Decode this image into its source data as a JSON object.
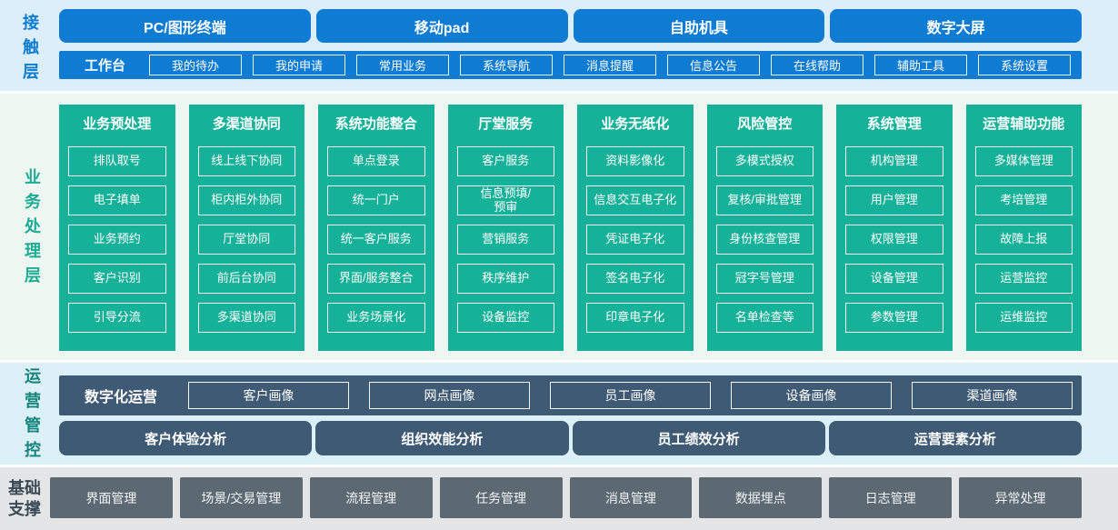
{
  "colors": {
    "accent_blue": "#0d7cd2",
    "accent_teal": "#16b199",
    "accent_navy": "#3e5a74",
    "accent_gray": "#5d6972",
    "band_touch": "#dceefa",
    "band_business": "#eef6f2",
    "band_operations": "#dcf0f8",
    "band_foundation": "#e3e5e7"
  },
  "layers": {
    "touch": {
      "label": "接触层",
      "terminals": [
        "PC/图形终端",
        "移动pad",
        "自助机具",
        "数字大屏"
      ],
      "workbench": {
        "label": "工作台",
        "items": [
          "我的待办",
          "我的申请",
          "常用业务",
          "系统导航",
          "消息提醒",
          "信息公告",
          "在线帮助",
          "辅助工具",
          "系统设置"
        ]
      }
    },
    "business": {
      "label": "业务处理层",
      "columns": [
        {
          "title": "业务预处理",
          "items": [
            "排队取号",
            "电子填单",
            "业务预约",
            "客户识别",
            "引导分流"
          ]
        },
        {
          "title": "多渠道协同",
          "items": [
            "线上线下协同",
            "柜内柜外协同",
            "厅堂协同",
            "前后台协同",
            "多渠道协同"
          ]
        },
        {
          "title": "系统功能整合",
          "items": [
            "单点登录",
            "统一门户",
            "统一客户服务",
            "界面/服务整合",
            "业务场景化"
          ]
        },
        {
          "title": "厅堂服务",
          "items": [
            "客户服务",
            "信息预填/\n预审",
            "营销服务",
            "秩序维护",
            "设备监控"
          ]
        },
        {
          "title": "业务无纸化",
          "items": [
            "资料影像化",
            "信息交互电子化",
            "凭证电子化",
            "签名电子化",
            "印章电子化"
          ]
        },
        {
          "title": "风险管控",
          "items": [
            "多模式授权",
            "复核/审批管理",
            "身份核查管理",
            "冠字号管理",
            "名单检查等"
          ]
        },
        {
          "title": "系统管理",
          "items": [
            "机构管理",
            "用户管理",
            "权限管理",
            "设备管理",
            "参数管理"
          ]
        },
        {
          "title": "运营辅助功能",
          "items": [
            "多媒体管理",
            "考培管理",
            "故障上报",
            "运营监控",
            "运维监控"
          ]
        }
      ]
    },
    "operations": {
      "label": "运营管控",
      "digital": {
        "label": "数字化运营",
        "items": [
          "客户画像",
          "网点画像",
          "员工画像",
          "设备画像",
          "渠道画像"
        ]
      },
      "analysis": [
        "客户体验分析",
        "组织效能分析",
        "员工绩效分析",
        "运营要素分析"
      ]
    },
    "foundation": {
      "label": "基础支撑",
      "items": [
        "界面管理",
        "场景/交易管理",
        "流程管理",
        "任务管理",
        "消息管理",
        "数据埋点",
        "日志管理",
        "异常处理"
      ]
    }
  }
}
